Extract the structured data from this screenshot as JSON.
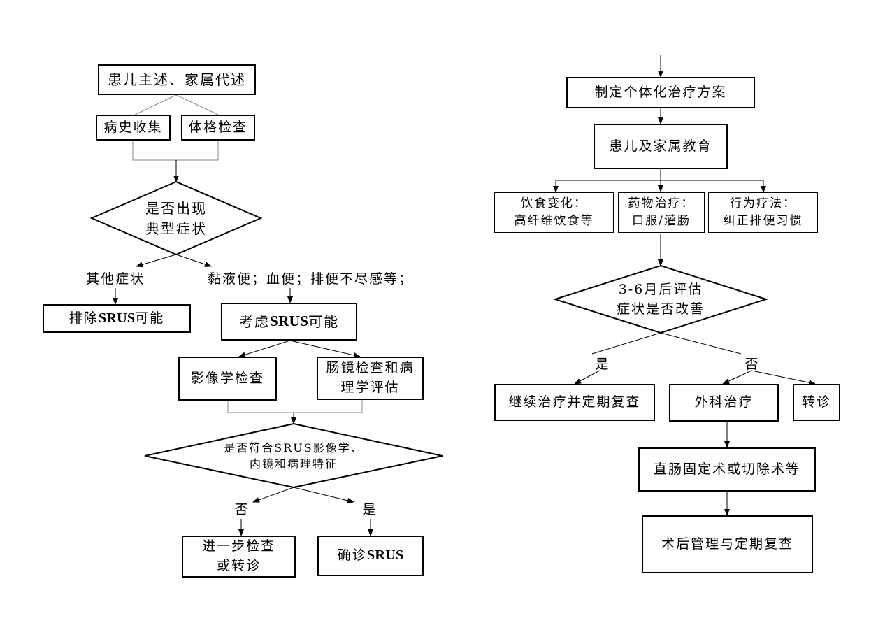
{
  "left": {
    "complaint": "患儿主述、家属代述",
    "history": "病史收集",
    "exam": "体格检查",
    "decision_typical": "是否出现\n典型症状",
    "other_symptoms": "其他症状",
    "typical_symptoms": "黏液便；血便；排便不尽感等；",
    "exclude_prefix": "排除",
    "exclude_abbr": "SRUS",
    "exclude_suffix": "可能",
    "consider_prefix": "考虑",
    "consider_abbr": "SRUS",
    "consider_suffix": "可能",
    "imaging": "影像学检查",
    "endoscopy": "肠镜检查和病\n理学评估",
    "decision_features": "是否符合SRUS影像学、\n内镜和病理特征",
    "no": "否",
    "yes": "是",
    "further": "进一步检查\n或转诊",
    "diagnose_prefix": "确诊",
    "diagnose_abbr": "SRUS"
  },
  "right": {
    "plan": "制定个体化治疗方案",
    "education": "患儿及家属教育",
    "diet": "饮食变化：\n高纤维饮食等",
    "drug": "药物治疗：\n口服/灌肠",
    "behavior": "行为疗法：\n纠正排便习惯",
    "decision_eval": "3-6月后评估\n症状是否改善",
    "yes": "是",
    "no": "否",
    "continue": "继续治疗并定期复查",
    "surgery": "外科治疗",
    "referral": "转诊",
    "procedure": "直肠固定术或切除术等",
    "postop": "术后管理与定期复查"
  }
}
